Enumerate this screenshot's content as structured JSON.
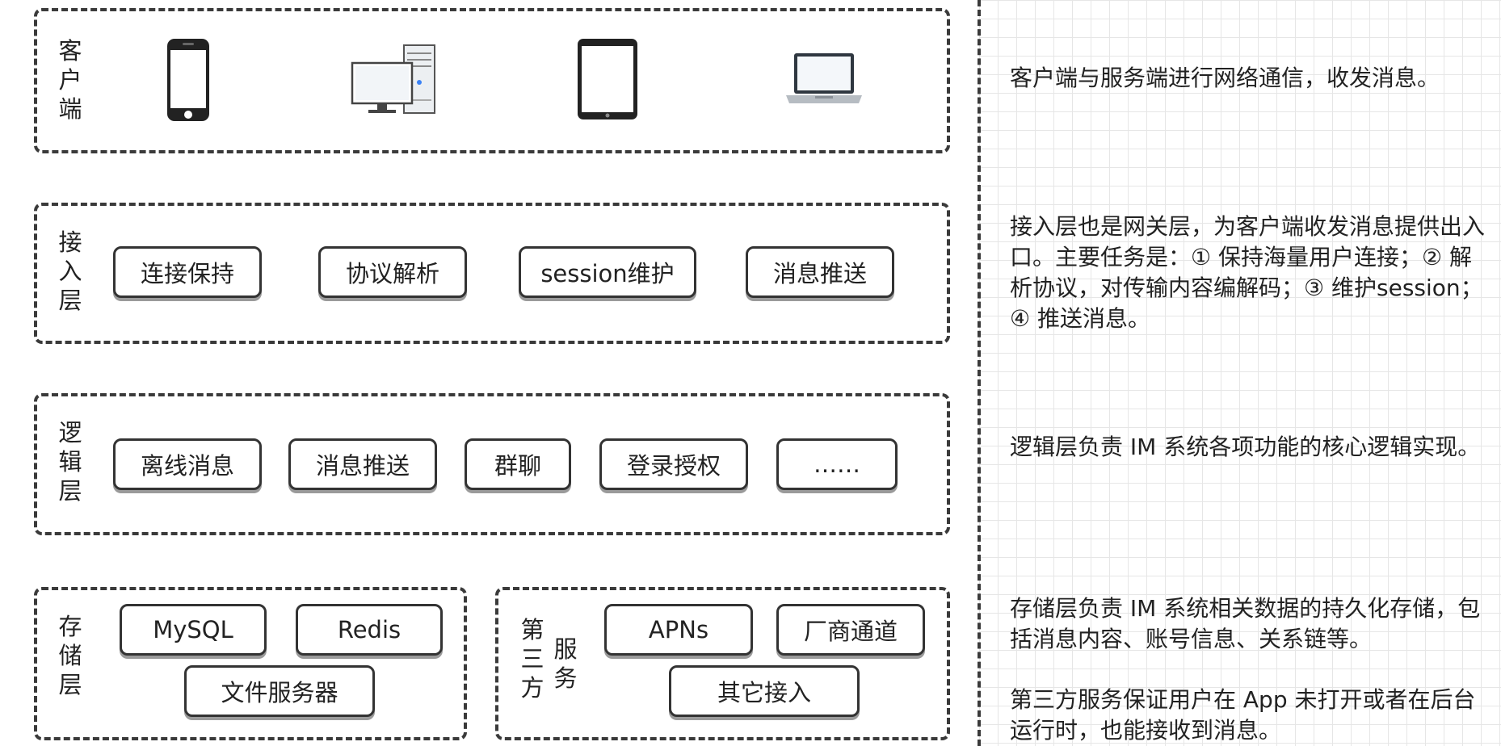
{
  "layers": {
    "client": {
      "label": "客\n户\n端",
      "devices": [
        "phone-icon",
        "desktop-computer-icon",
        "tablet-icon",
        "laptop-icon"
      ]
    },
    "access": {
      "label": "接\n入\n层",
      "items": [
        "连接保持",
        "协议解析",
        "session维护",
        "消息推送"
      ]
    },
    "logic": {
      "label": "逻\n辑\n层",
      "items": [
        "离线消息",
        "消息推送",
        "群聊",
        "登录授权",
        "……"
      ]
    },
    "storage": {
      "label": "存\n储\n层",
      "items": [
        "MySQL",
        "Redis",
        "文件服务器"
      ]
    },
    "third_party": {
      "label_left": "第\n三\n方",
      "label_right": "服\n务",
      "items": [
        "APNs",
        "厂商通道",
        "其它接入"
      ]
    }
  },
  "descriptions": {
    "client": "客户端与服务端进行网络通信，收发消息。",
    "access": "接入层也是网关层，为客户端收发消息提供出入口。主要任务是：① 保持海量用户连接；② 解析协议，对传输内容编解码；③ 维护session；④ 推送消息。",
    "logic": "逻辑层负责 IM 系统各项功能的核心逻辑实现。",
    "storage": "存储层负责 IM 系统相关数据的持久化存储，包括消息内容、账号信息、关系链等。",
    "third_party": "第三方服务保证用户在 App 未打开或者在后台运行时，也能接收到消息。"
  },
  "colors": {
    "border": "#3a3a3a",
    "box_border": "#333333",
    "grid_line": "#e6e6e6"
  }
}
